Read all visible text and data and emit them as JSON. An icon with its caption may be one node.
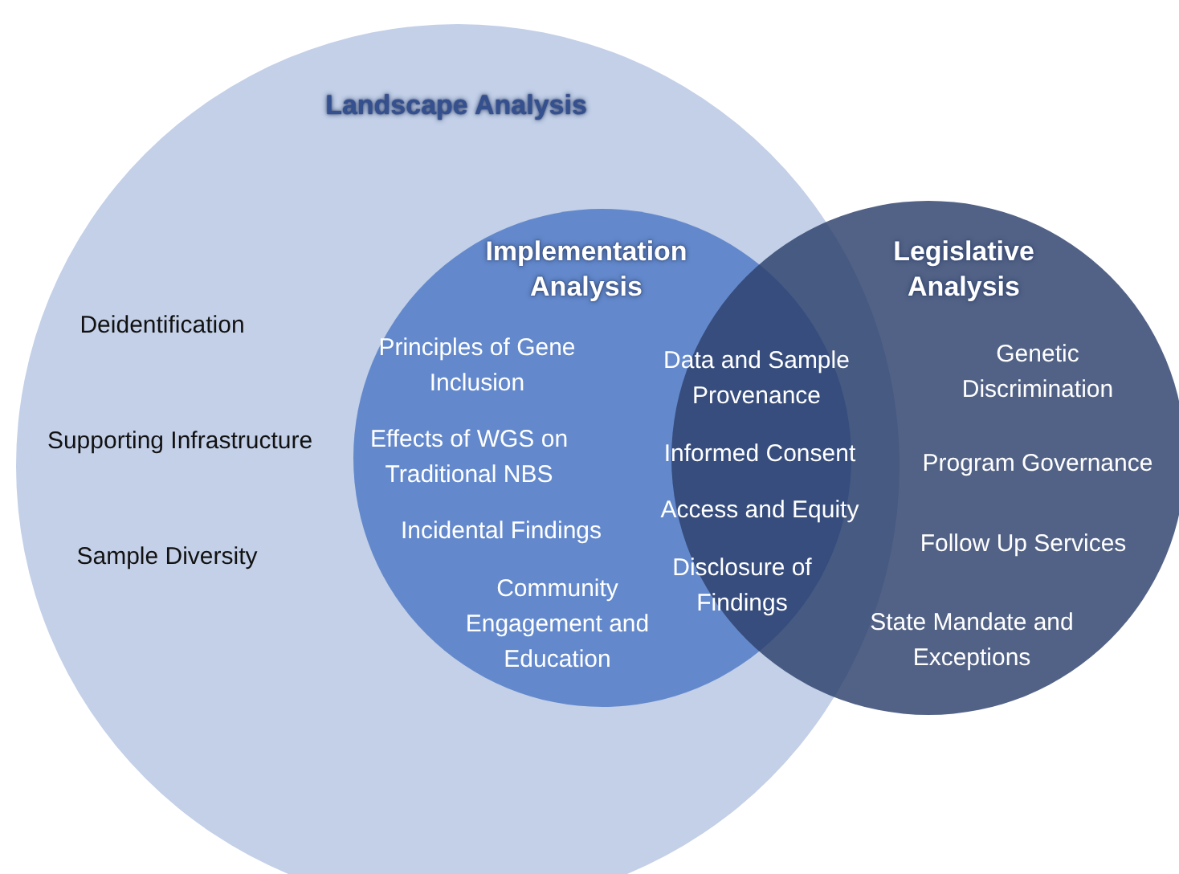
{
  "diagram": {
    "nodes": [
      {
        "text": [
          "Landscape Analysis",
          "Deidentification",
          "Supporting Infrastructure",
          "Sample Diversity"
        ]
      },
      {
        "text": [
          "Implementation Analysis",
          "Principles of Gene Inclusion",
          "Effects of WGS on Traditional NBS",
          "Incidental Findings",
          "Community Engagement and Education"
        ],
        "in": 0
      },
      {
        "text": [
          "Legislative Analysis",
          "Genetic Discrimination",
          "Program Governance",
          "Follow Up Services",
          "State Mandate and Exceptions"
        ]
      }
    ],
    "labels": [
      "Data and Sample Provenance",
      "Informed Consent",
      "Access and Equity",
      "Disclosure of Findings"
    ]
  }
}
